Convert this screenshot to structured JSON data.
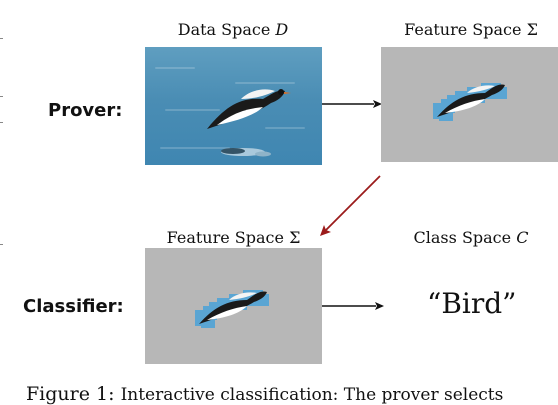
{
  "titles": {
    "data_space": "Data Space",
    "data_space_var": "D",
    "feature_space_top": "Feature Space",
    "feature_space_top_var": "Σ",
    "feature_space_bottom": "Feature Space",
    "feature_space_bottom_var": "Σ",
    "class_space": "Class Space",
    "class_space_var": "C"
  },
  "roles": {
    "prover": "Prover:",
    "classifier": "Classifier:"
  },
  "class_output": "“Bird”",
  "caption": {
    "label": "Figure 1:",
    "text": "Interactive classification: The prover selects"
  },
  "colors": {
    "feature_panel": "#b7b7b7",
    "highlight_blue": "#4aa3d8",
    "arrow_red": "#9b1b1b",
    "arrow_black": "#111111"
  }
}
